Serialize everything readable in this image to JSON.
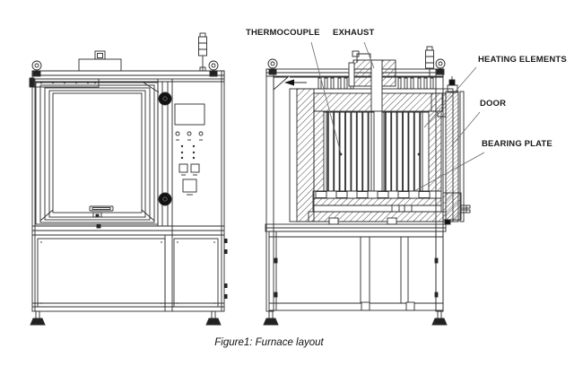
{
  "figure": {
    "caption": "Figure1: Furnace layout",
    "labels": {
      "thermocouple": "THERMOCOUPLE",
      "exhaust": "EXHAUST",
      "heating_elements": "HEATING ELEMENTS",
      "door": "DOOR",
      "bearing_plate": "BEARING PLATE"
    },
    "colors": {
      "line": "#2b2b2b",
      "label_text": "#1a1a1a",
      "background": "#ffffff"
    }
  }
}
